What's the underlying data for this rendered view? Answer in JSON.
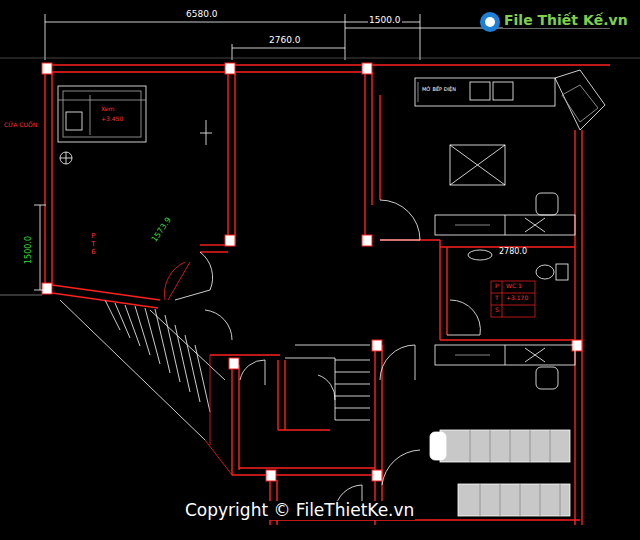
{
  "diagram": {
    "labels": [
      "6580.0",
      "1500.0",
      "2760.0",
      "CỬA CUỐN",
      "1500.0",
      "1573.9",
      "P T 6",
      "Xem",
      "+3.450",
      "2780.0",
      "P",
      "WC 1",
      "T",
      "+3.170",
      "S",
      "MỞ BẾP ĐIỆN",
      "File Thiết Kế.vn",
      "Copyright © FileThietKe.vn"
    ]
  }
}
